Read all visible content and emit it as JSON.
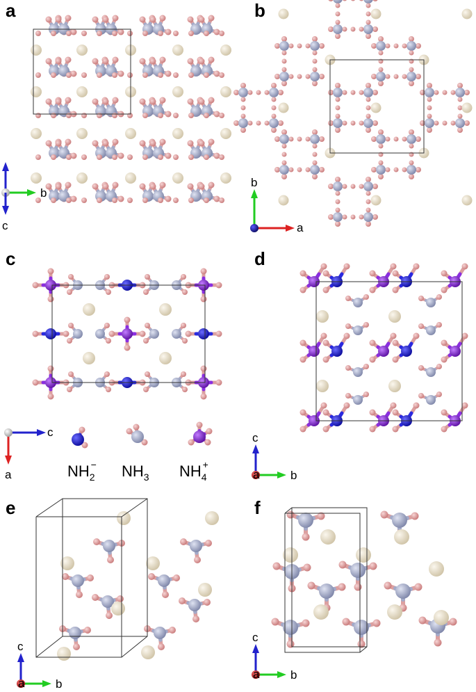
{
  "panels": [
    {
      "label": "a",
      "axes": {
        "horizontal": "b",
        "vertical": "c",
        "out_of_plane": ""
      }
    },
    {
      "label": "b",
      "axes": {
        "horizontal": "a",
        "vertical": "b",
        "out_of_plane": ""
      }
    },
    {
      "label": "c",
      "axes": {
        "horizontal": "c",
        "vertical": "a",
        "out_of_plane": ""
      }
    },
    {
      "label": "d",
      "axes": {
        "horizontal": "b",
        "vertical": "c",
        "out_of_plane": "a"
      }
    },
    {
      "label": "e",
      "axes": {
        "horizontal": "b",
        "vertical": "c",
        "out_of_plane": "a"
      }
    },
    {
      "label": "f",
      "axes": {
        "horizontal": "b",
        "vertical": "c",
        "out_of_plane": "a"
      }
    }
  ],
  "legend": {
    "items": [
      {
        "base": "NH",
        "sub": "2",
        "sup": "−",
        "color": "#1a1ad6"
      },
      {
        "base": "NH",
        "sub": "3",
        "sup": "",
        "color": "#a3aac9"
      },
      {
        "base": "NH",
        "sub": "4",
        "sup": "+",
        "color": "#7a1fd2"
      }
    ]
  },
  "colors": {
    "metal": "#e6dcc5",
    "nitrogen": "#a3aac9",
    "hydrogen": "#e0a0a0",
    "amide": "#1a1ad6",
    "ammonium": "#7a1fd2",
    "axis_x": "#22cc22",
    "axis_y": "#2222cc",
    "axis_red": "#dd2222"
  }
}
